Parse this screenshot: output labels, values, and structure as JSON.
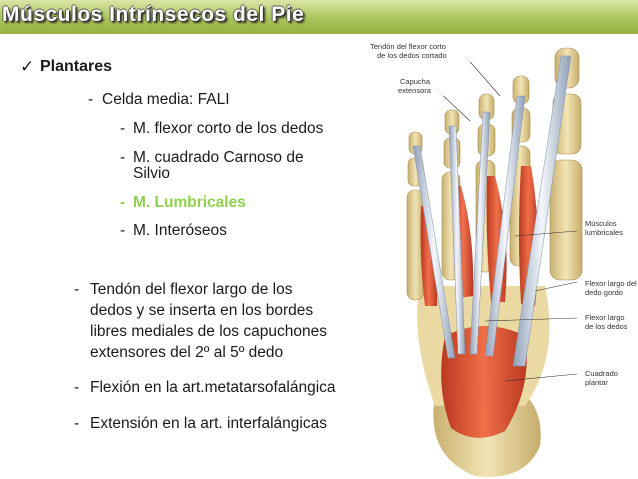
{
  "slide": {
    "title": "Músculos Intrínsecos del Pie",
    "section": "Plantares",
    "subheading": "Celda media: FALI",
    "sub_items": [
      "M. flexor corto de los dedos",
      "M. cuadrado Carnoso de",
      "Silvio",
      "M. Lumbricales",
      "M. Interóseos"
    ],
    "bullets": [
      "Tendón del flexor largo de los",
      "dedos y se inserta en los bordes",
      "libres mediales de los capuchones",
      "extensores del 2º al 5º dedo",
      "Flexión en la art.metatarsofalángica",
      "Extensión en la art. interfalángicas"
    ],
    "dash": "-",
    "check_icon": "checkmark-icon"
  },
  "figure_labels": {
    "tendon_1": "Tendón del flexor corto",
    "tendon_2": "de los dedos cortado",
    "capucha_1": "Capucha",
    "capucha_2": "extensora",
    "lumb_1": "Músculos",
    "lumb_2": "lumbricales",
    "flg_1": "Flexor largo del",
    "flg_2": "dedo gordo",
    "fld_1": "Flexor largo",
    "fld_2": "de los dedos",
    "cp_1": "Cuadrado",
    "cp_2": "plantar"
  },
  "colors": {
    "title_bar": "#a9c35a",
    "highlight": "#8fd14f",
    "muscle": "#e04a2a",
    "bone": "#e8d9a0"
  }
}
